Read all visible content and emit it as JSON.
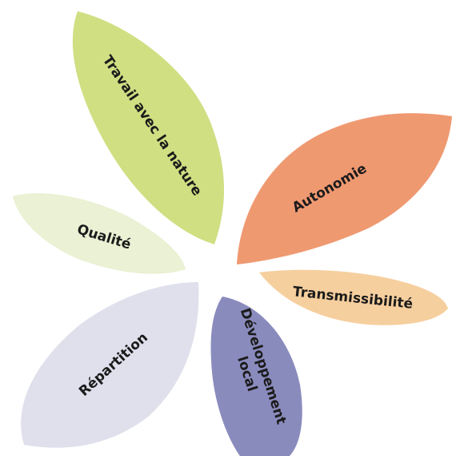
{
  "petals": [
    {
      "id": "travail-avec-la-nature",
      "label_lines": [
        "Travail avec la nature"
      ],
      "color": "#cfdf82"
    },
    {
      "id": "autonomie",
      "label_lines": [
        "Autonomie"
      ],
      "color": "#ef9971"
    },
    {
      "id": "transmissibilite",
      "label_lines": [
        "Transmissibilité"
      ],
      "color": "#f6cf9e"
    },
    {
      "id": "developpement-local",
      "label_lines": [
        "Développement",
        "local"
      ],
      "color": "#8a8bbd"
    },
    {
      "id": "repartition",
      "label_lines": [
        "Répartition"
      ],
      "color": "#dfe0ec"
    },
    {
      "id": "qualite",
      "label_lines": [
        "Qualité"
      ],
      "color": "#eaf1d4"
    }
  ]
}
